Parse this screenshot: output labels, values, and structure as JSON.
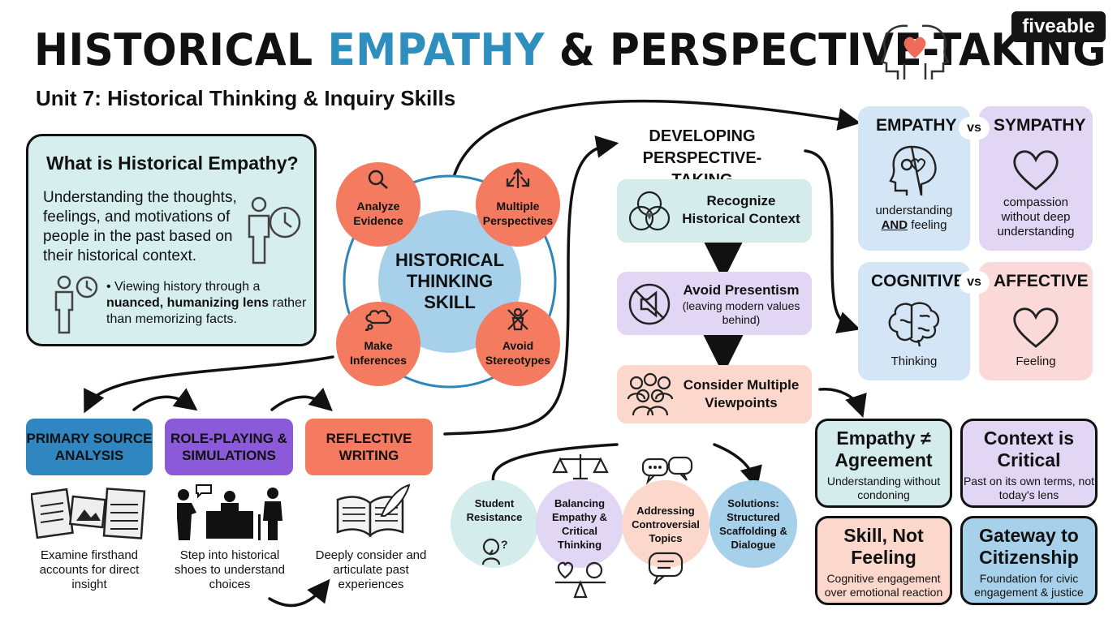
{
  "header": {
    "title_part1": "HISTORICAL",
    "title_accent": "EMPATHY",
    "title_part2": "& PERSPECTIVE-TAKING",
    "subtitle": "Unit 7: Historical Thinking & Inquiry Skills",
    "brand": "fiveable"
  },
  "definition": {
    "heading": "What is Historical Empathy?",
    "body": "Understanding the thoughts, feelings, and motivations of people in the past based on their historical context.",
    "bullet_pre": "Viewing history through a",
    "bullet_bold": "nuanced, humanizing lens",
    "bullet_post": "rather than memorizing facts."
  },
  "skill_wheel": {
    "hub": [
      "HISTORICAL",
      "THINKING",
      "SKILL"
    ],
    "skills": [
      {
        "label1": "Analyze",
        "label2": "Evidence",
        "icon": "magnifier-icon"
      },
      {
        "label1": "Multiple",
        "label2": "Perspectives",
        "icon": "arrows-icon"
      },
      {
        "label1": "Make",
        "label2": "Inferences",
        "icon": "thought-cloud-icon"
      },
      {
        "label1": "Avoid",
        "label2": "Stereotypes",
        "icon": "crossed-figure-icon"
      }
    ]
  },
  "methods": [
    {
      "label": "PRIMARY SOURCE ANALYSIS",
      "color": "#2f86c0",
      "text": "Examine firsthand accounts for direct insight",
      "icon": "documents-icon"
    },
    {
      "label": "ROLE-PLAYING & SIMULATIONS",
      "color": "#8a5ad8",
      "text": "Step into historical shoes to understand choices",
      "icon": "courtroom-icon"
    },
    {
      "label": "REFLECTIVE WRITING",
      "color": "#f47a60",
      "text": "Deeply consider and articulate past experiences",
      "icon": "book-quill-icon"
    }
  ],
  "developing": {
    "title": "DEVELOPING PERSPECTIVE-TAKING",
    "steps": [
      {
        "line1": "Recognize",
        "line2": "Historical Context",
        "note": "",
        "color": "#d4ecec",
        "icon": "venn-icon"
      },
      {
        "line1": "Avoid Presentism",
        "line2": "",
        "note": "(leaving modern values behind)",
        "color": "#e2d6f5",
        "icon": "no-megaphone-icon"
      },
      {
        "line1": "Consider Multiple",
        "line2": "Viewpoints",
        "note": "",
        "color": "#fbd8cb",
        "icon": "group-icon"
      }
    ]
  },
  "challenges": [
    {
      "label": "Student Resistance",
      "color": "#d4ecec",
      "icon": "thinking-person-icon"
    },
    {
      "label": "Balancing Empathy & Critical Thinking",
      "color": "#e2d6f5",
      "icon": "scales-icon"
    },
    {
      "label": "Addressing Controversial Topics",
      "color": "#fbd8cb",
      "icon": "speech-bubbles-icon"
    },
    {
      "label": "Solutions: Structured Scaffolding & Dialogue",
      "color": "#a7d1ea",
      "icon": ""
    }
  ],
  "comparisons": [
    {
      "left_title": "EMPATHY",
      "vs": "vs",
      "right_title": "SYMPATHY",
      "left_text_pre": "understanding",
      "left_text_bold": "AND",
      "left_text_post": "feeling",
      "right_text": "compassion without deep understanding",
      "left_icon": "head-heart-icon",
      "right_icon": "heart-icon"
    },
    {
      "left_title": "COGNITIVE",
      "vs": "vs",
      "right_title": "AFFECTIVE",
      "left_text": "Thinking",
      "right_text": "Feeling",
      "left_icon": "brain-icon",
      "right_icon": "heart-icon"
    }
  ],
  "takeaways": [
    {
      "title": "Empathy ≠ Agreement",
      "text": "Understanding without condoning",
      "color": "#d4ecec"
    },
    {
      "title": "Context is Critical",
      "text": "Past on its own terms, not today's lens",
      "color": "#e2d6f5"
    },
    {
      "title": "Skill, Not Feeling",
      "text": "Cognitive engagement over emotional reaction",
      "color": "#fbd8cb"
    },
    {
      "title": "Gateway to Citizenship",
      "text": "Foundation for civic engagement & justice",
      "color": "#a7d1ea"
    }
  ]
}
